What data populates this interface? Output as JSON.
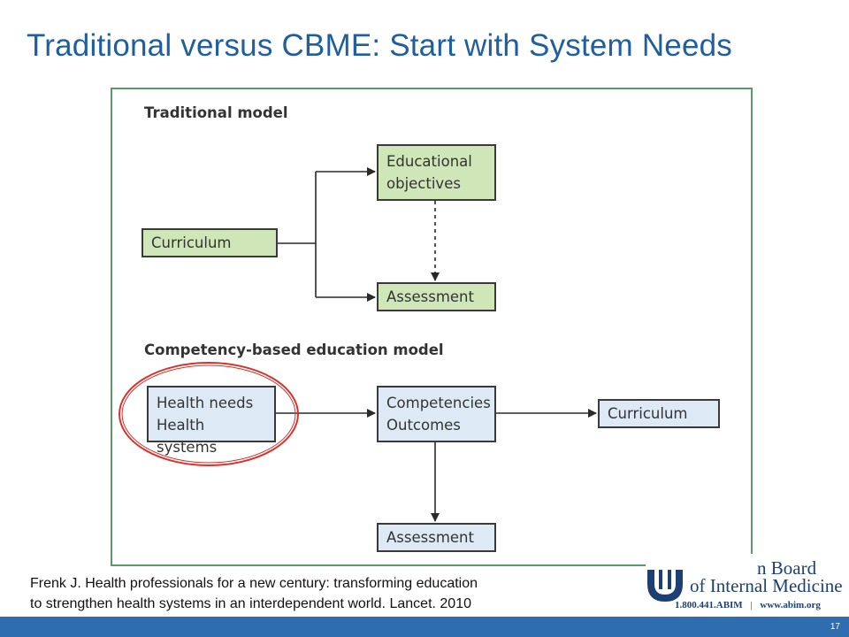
{
  "title": "Traditional versus CBME: Start with System Needs",
  "diagram": {
    "traditional": {
      "heading": "Traditional model",
      "curriculum": "Curriculum",
      "objectives": [
        "Educational",
        "objectives"
      ],
      "assessment": "Assessment"
    },
    "competency": {
      "heading": "Competency-based education model",
      "needs": [
        "Health needs",
        "Health systems"
      ],
      "competencies": [
        "Competencies",
        "Outcomes"
      ],
      "curriculum": "Curriculum",
      "assessment": "Assessment"
    },
    "colors": {
      "traditional_box_fill": "#cfe7b8",
      "competency_box_fill": "#ddeaf5",
      "frame_border": "#5a9a6a",
      "highlight_circle": "#d9312b"
    }
  },
  "citation": {
    "line1": "Frenk J. Health professionals for a new century: transforming education",
    "line2": "to strengthen health systems in an interdependent world. Lancet. 2010"
  },
  "logo": {
    "line1": "n Board",
    "line2": "of Internal Medicine",
    "phone": "1.800.441.ABIM",
    "separator": "|",
    "website": "www.abim.org"
  },
  "page_number": "17"
}
